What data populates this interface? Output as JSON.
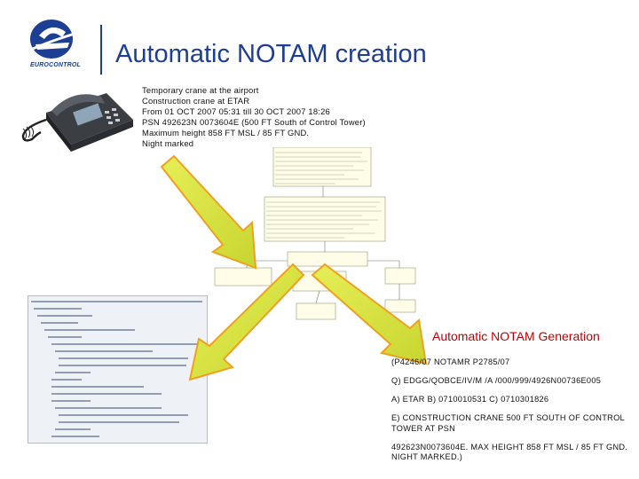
{
  "logo": {
    "icon": "eurocontrol-logo",
    "text": "EUROCONTROL"
  },
  "title": "Automatic NOTAM creation",
  "notice_lines": [
    "Temporary crane at the airport",
    "Construction crane at ETAR",
    "From 01 OCT 2007 05:31 till 30 OCT 2007 18:26",
    "PSN 492623N 0073604E (500 FT South of Control Tower)",
    "Maximum height 858 FT MSL / 85 FT GND.",
    "Night marked"
  ],
  "generation_title": "Automatic NOTAM Generation",
  "notam_lines": [
    "(P4246/07 NOTAMR P2785/07",
    "Q) EDGG/QOBCE/IV/M /A /000/999/4926N00736E005",
    "A) ETAR B) 0710010531 C) 0710301826",
    "E) CONSTRUCTION CRANE 500 FT SOUTH OF CONTROL TOWER AT PSN",
    " 492623N0073604E. MAX HEIGHT 858 FT MSL / 85 FT GND. NIGHT MARKED.)"
  ],
  "colors": {
    "brand": "#1c3f94",
    "accent": "#c00000",
    "arrow_fill": "#d6e23a",
    "arrow_edge": "#f0a020"
  }
}
